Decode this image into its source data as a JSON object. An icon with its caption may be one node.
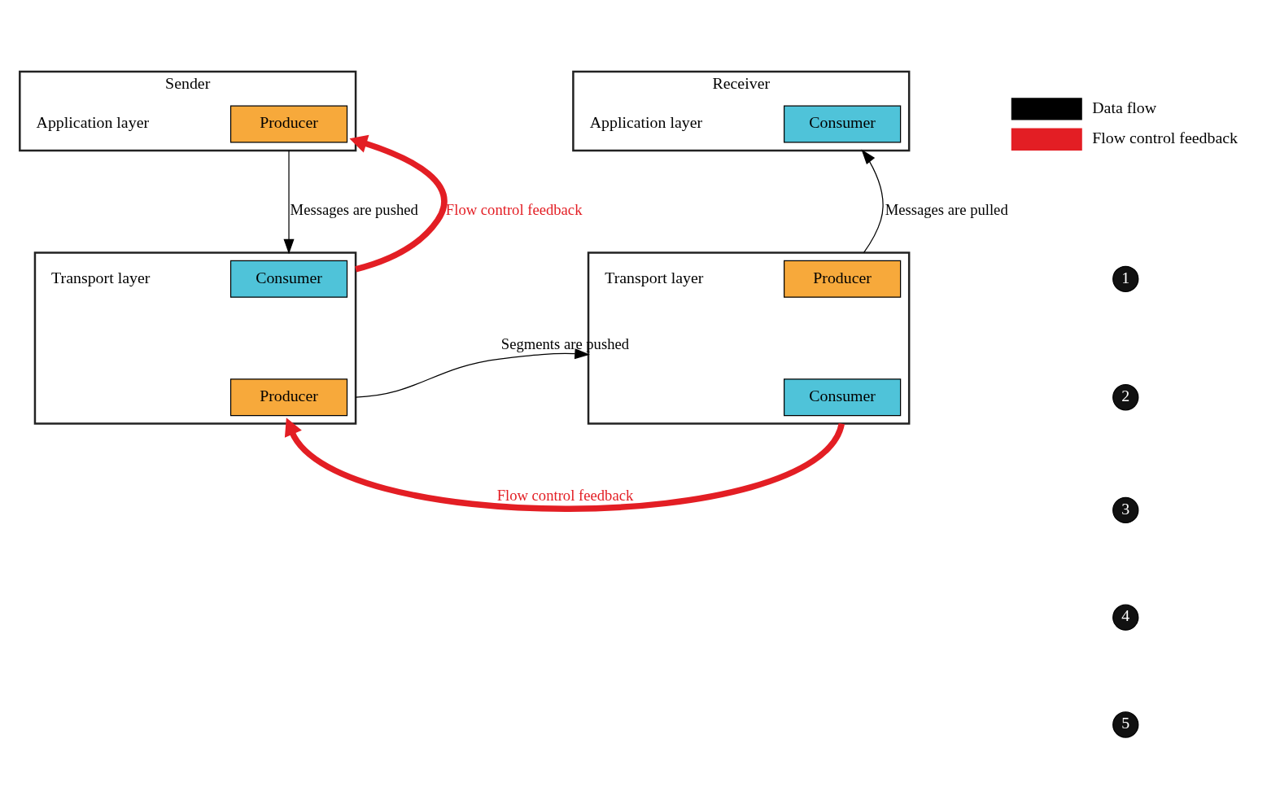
{
  "diagram": {
    "nodes": [
      {
        "text": [
          "Sender"
        ],
        "beside": [
          "Application layer"
        ]
      },
      {
        "text": [
          "Producer"
        ],
        "in": 0
      },
      {
        "text": [],
        "shape": "box",
        "beside": [
          "Transport layer"
        ]
      },
      {
        "text": [
          "Consumer"
        ],
        "in": 2
      },
      {
        "text": [
          "Producer"
        ],
        "in": 2
      },
      {
        "text": [
          "Receiver"
        ],
        "beside": [
          "Application layer"
        ]
      },
      {
        "text": [
          "Consumer"
        ],
        "in": 5
      },
      {
        "text": [],
        "shape": "box",
        "beside": [
          "Transport layer"
        ]
      },
      {
        "text": [
          "Producer"
        ],
        "in": 7
      },
      {
        "text": [
          "Consumer"
        ],
        "in": 7
      }
    ],
    "edges": [
      {
        "from": 0,
        "to": 2,
        "arrow": "to",
        "label": "Messages are pushed"
      },
      {
        "from": 2,
        "to": 7,
        "arrow": "to",
        "label": "Segments are pushed"
      },
      {
        "from": 7,
        "to": 5,
        "arrow": "to",
        "label": "Messages are pulled"
      },
      {
        "from": 7,
        "to": 2,
        "arrow": "to",
        "label": "Flow control feedback",
        "style": "thick",
        "color": "#e31e24"
      },
      {
        "from": 2,
        "to": 0,
        "arrow": "to",
        "label": "Flow control feedback",
        "style": "thick",
        "color": "#e31e24"
      }
    ],
    "labels": [
      "1",
      "2",
      "3",
      "4",
      "5"
    ],
    "legend": [
      {
        "text": "Data flow"
      },
      {
        "text": "Flow control feedback"
      }
    ]
  }
}
